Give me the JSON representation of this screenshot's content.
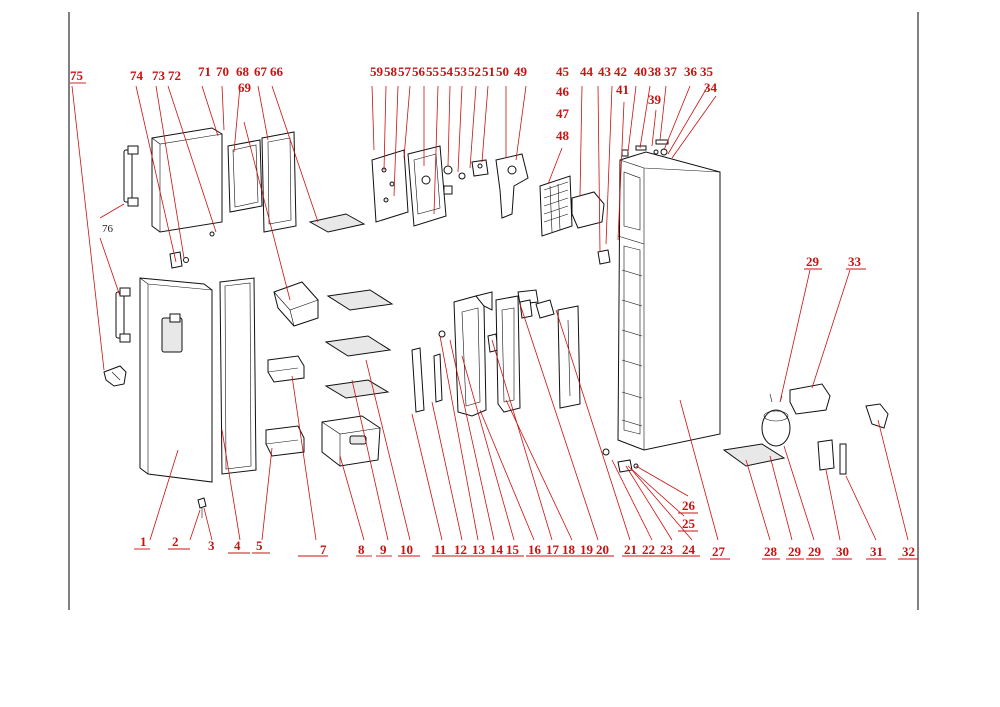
{
  "diagram": {
    "subject": "refrigerator exploded parts view",
    "part_numbers": [
      "75",
      "74",
      "73",
      "72",
      "71",
      "70",
      "68",
      "67",
      "66",
      "69",
      "59",
      "58",
      "57",
      "56",
      "55",
      "54",
      "53",
      "52",
      "51",
      "50",
      "49",
      "45",
      "46",
      "47",
      "48",
      "44",
      "43",
      "42",
      "41",
      "40",
      "38",
      "39",
      "37",
      "36",
      "35",
      "34",
      "76",
      "29",
      "33",
      "1",
      "2",
      "3",
      "4",
      "5",
      "7",
      "8",
      "9",
      "10",
      "11",
      "12",
      "13",
      "14",
      "15",
      "16",
      "17",
      "18",
      "19",
      "20",
      "21",
      "22",
      "23",
      "24",
      "25",
      "26",
      "27",
      "28",
      "29",
      "29",
      "30",
      "31",
      "32"
    ],
    "colors": {
      "label": "#cc1111",
      "line": "#111111",
      "frame": "#000000"
    }
  }
}
